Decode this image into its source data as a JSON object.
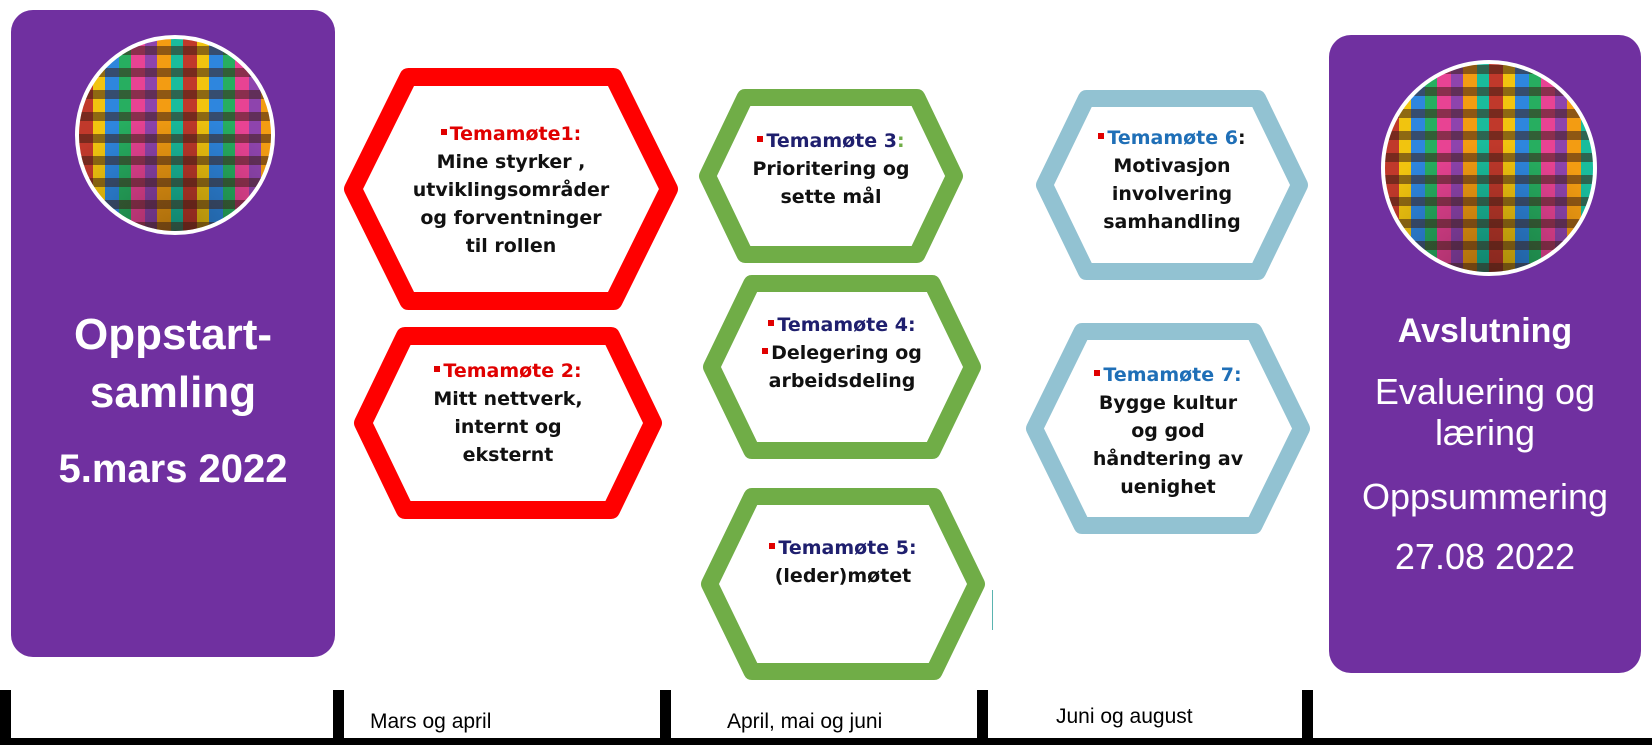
{
  "start_panel": {
    "title_line1": "Oppstart-",
    "title_line2": "samling",
    "date": "5.mars 2022"
  },
  "end_panel": {
    "title": "Avslutning",
    "line1": "Evaluering og",
    "line2": "læring",
    "line3": "Oppsummering",
    "line4": "27.08 2022"
  },
  "topics": [
    {
      "heading": "Temamøte1:",
      "heading_color": "#e00000",
      "lines": [
        "Mine styrker ,",
        "utviklingsområder",
        "og forventninger",
        "til rollen"
      ],
      "border_color": "#ff0000"
    },
    {
      "heading": "Temamøte 2:",
      "heading_color": "#e00000",
      "lines": [
        "Mitt nettverk,",
        "internt og",
        "eksternt"
      ],
      "border_color": "#ff0000"
    },
    {
      "heading": "Temamøte 3",
      "heading_suffix": ":",
      "heading_color": "#1f1f6e",
      "suffix_color": "#70ad47",
      "lines": [
        "Prioritering og",
        "sette mål"
      ],
      "border_color": "#70ad47"
    },
    {
      "heading": "Temamøte 4:",
      "heading_color": "#1f1f6e",
      "lines": [
        "Delegering og",
        "arbeidsdeling"
      ],
      "border_color": "#70ad47"
    },
    {
      "heading": "Temamøte 5:",
      "heading_color": "#1f1f6e",
      "lines": [
        "(leder)møtet"
      ],
      "border_color": "#70ad47"
    },
    {
      "heading": "Temamøte 6",
      "heading_suffix": ":",
      "heading_color": "#1f6fb7",
      "suffix_color": "#111111",
      "lines": [
        "Motivasjon",
        "involvering",
        "samhandling"
      ],
      "border_color": "#92c2d2"
    },
    {
      "heading": "Temamøte 7:",
      "heading_color": "#1f6fb7",
      "lines": [
        "Bygge kultur",
        "og god",
        "håndtering av",
        "uenighet"
      ],
      "border_color": "#92c2d2"
    }
  ],
  "timeline": {
    "periods": [
      "Mars og april",
      "April, mai og juni",
      "Juni og august"
    ]
  }
}
